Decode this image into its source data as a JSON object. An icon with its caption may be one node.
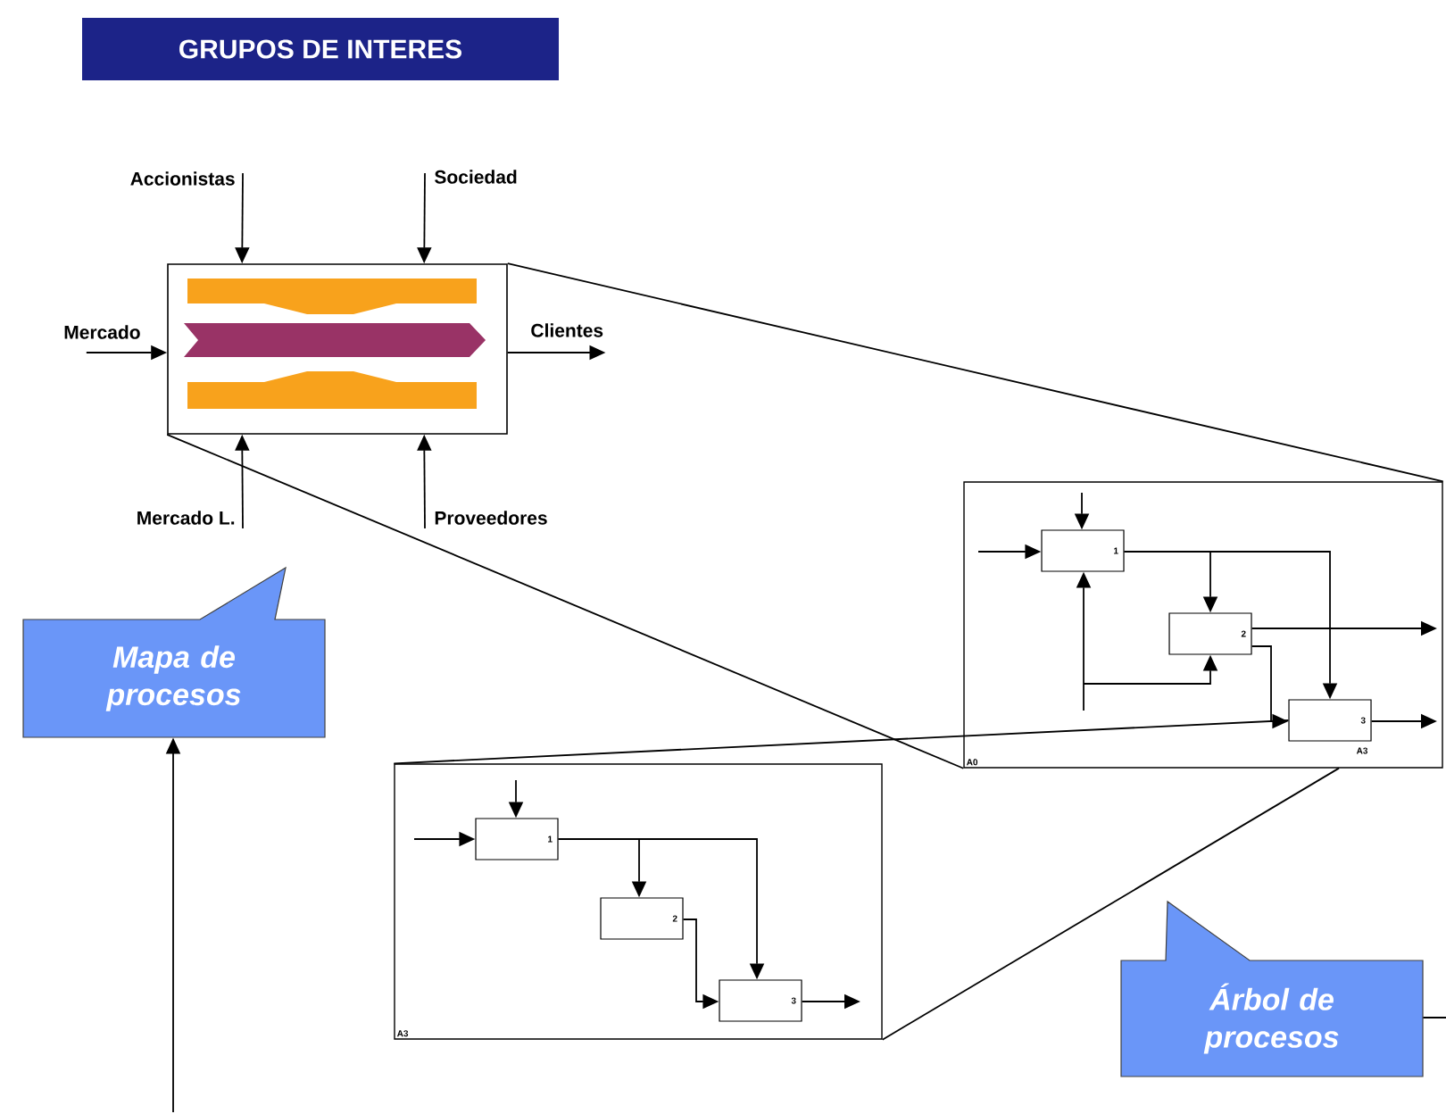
{
  "diagram": {
    "title": "GRUPOS DE INTERES",
    "nodes": [
      {
        "text": [
          "Accionistas"
        ]
      },
      {
        "text": [
          "Sociedad"
        ]
      },
      {
        "text": [
          "Mercado"
        ]
      },
      {
        "text": [],
        "shape": "box"
      },
      {
        "text": [
          "Clientes"
        ]
      },
      {
        "text": [
          "Mercado L."
        ]
      },
      {
        "text": [
          "Proveedores"
        ]
      },
      {
        "text": [
          "A0"
        ]
      },
      {
        "text": [
          "1"
        ],
        "in": 7
      },
      {
        "text": [
          "2"
        ],
        "in": 7
      },
      {
        "text": [
          "3"
        ],
        "in": 7,
        "beside": [
          "A3"
        ]
      },
      {
        "text": [
          "Mapa de procesos"
        ]
      },
      {
        "text": [
          "A3"
        ]
      },
      {
        "text": [
          "1"
        ],
        "in": 12
      },
      {
        "text": [
          "2"
        ],
        "in": 12
      },
      {
        "text": [
          "3"
        ],
        "in": 12
      },
      {
        "text": [
          "Árbol de procesos"
        ]
      }
    ],
    "edges": [
      {
        "from": 0,
        "to": 3,
        "arrow": "to"
      },
      {
        "from": 1,
        "to": 3,
        "arrow": "to"
      },
      {
        "from": 2,
        "to": 3,
        "arrow": "to"
      },
      {
        "from": 3,
        "to": 4,
        "arrow": "to"
      },
      {
        "from": 5,
        "to": 3,
        "arrow": "to"
      },
      {
        "from": 6,
        "to": 3,
        "arrow": "to"
      },
      {
        "from": 3,
        "to": 7,
        "arrow": "none"
      },
      {
        "from": 3,
        "to": 7,
        "arrow": "none"
      },
      {
        "from": null,
        "to": 8,
        "arrow": "to"
      },
      {
        "from": null,
        "to": 8,
        "arrow": "to"
      },
      {
        "from": 8,
        "to": 9,
        "arrow": "to"
      },
      {
        "from": 8,
        "to": 10,
        "arrow": "to"
      },
      {
        "from": 9,
        "to": null,
        "arrow": "to"
      },
      {
        "from": 9,
        "to": 10,
        "arrow": "to"
      },
      {
        "from": 10,
        "to": null,
        "arrow": "to"
      },
      {
        "from": null,
        "to": 8,
        "arrow": "to"
      },
      {
        "from": null,
        "to": 9,
        "arrow": "to"
      },
      {
        "from": 10,
        "to": 12,
        "arrow": "none"
      },
      {
        "from": 10,
        "to": 12,
        "arrow": "none"
      },
      {
        "from": null,
        "to": 13,
        "arrow": "to"
      },
      {
        "from": null,
        "to": 13,
        "arrow": "to"
      },
      {
        "from": 13,
        "to": 14,
        "arrow": "to"
      },
      {
        "from": 13,
        "to": 15,
        "arrow": "to"
      },
      {
        "from": 14,
        "to": 15,
        "arrow": "to"
      },
      {
        "from": 15,
        "to": null,
        "arrow": "to"
      },
      {
        "from": null,
        "to": 11,
        "arrow": "to"
      },
      {
        "from": null,
        "to": 16,
        "arrow": "none"
      }
    ]
  }
}
